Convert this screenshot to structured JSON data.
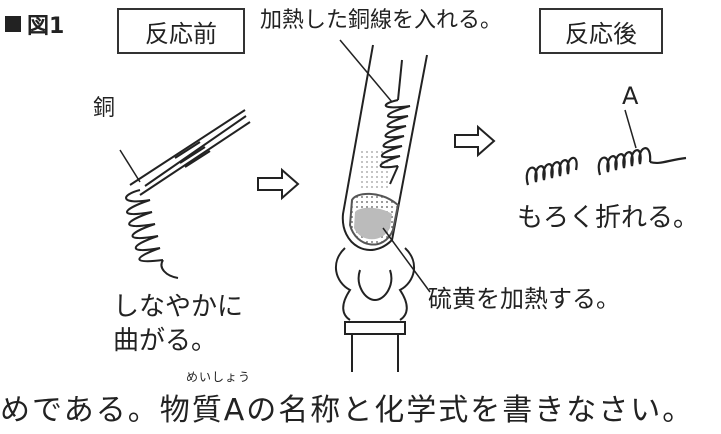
{
  "figure": {
    "label": "図1",
    "before_box": "反応前",
    "after_box": "反応後",
    "copper_label": "銅",
    "insert_caption": "加熱した銅線を入れる。",
    "label_a": "A",
    "result_before_line1": "しなやかに",
    "result_before_line2": "曲がる。",
    "heat_caption": "硫黄を加熱する。",
    "result_after": "もろく折れる。"
  },
  "question": {
    "text": "めである。物質Aの名称と化学式を書きなさい。",
    "furigana": "めいしょう"
  }
}
